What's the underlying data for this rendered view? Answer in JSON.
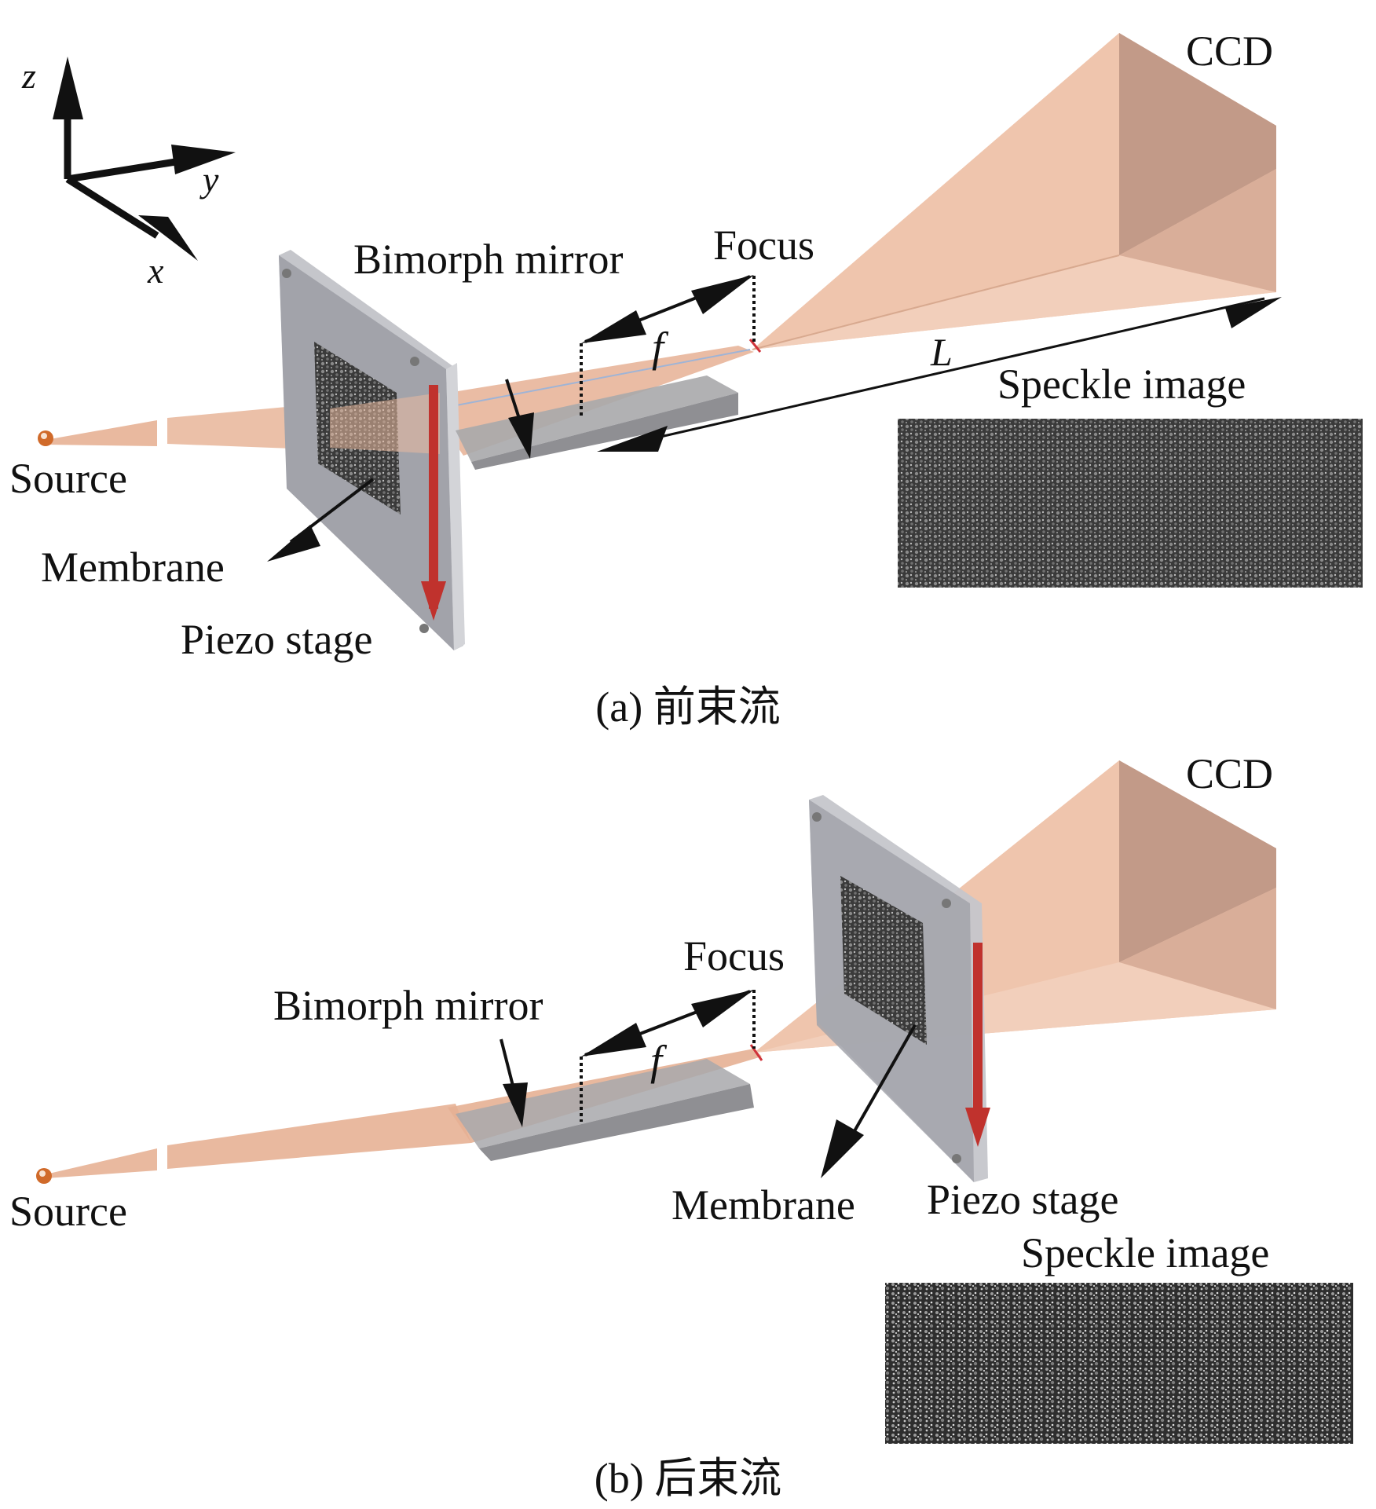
{
  "axes": {
    "z": "z",
    "y": "y",
    "x": "x"
  },
  "panel_a": {
    "caption": "(a) 前束流",
    "labels": {
      "ccd": "CCD",
      "focus": "Focus",
      "bimorph_mirror": "Bimorph mirror",
      "focal_length": "f",
      "distance": "L",
      "speckle_image": "Speckle image",
      "source": "Source",
      "membrane": "Membrane",
      "piezo_stage": "Piezo stage"
    }
  },
  "panel_b": {
    "caption": "(b) 后束流",
    "labels": {
      "ccd": "CCD",
      "focus": "Focus",
      "bimorph_mirror": "Bimorph mirror",
      "focal_length": "f",
      "source": "Source",
      "membrane": "Membrane",
      "piezo_stage": "Piezo stage",
      "speckle_image": "Speckle image"
    }
  },
  "colors": {
    "beam": "#e9b59a",
    "beam_dark": "#b9825f",
    "ccd_face": "#f0c8b2",
    "ccd_side": "#bb9484",
    "stage": "#9e9fa6",
    "stage_edge": "#c7c8cd",
    "arrow_red": "#c0322d",
    "source": "#d06a2a"
  }
}
